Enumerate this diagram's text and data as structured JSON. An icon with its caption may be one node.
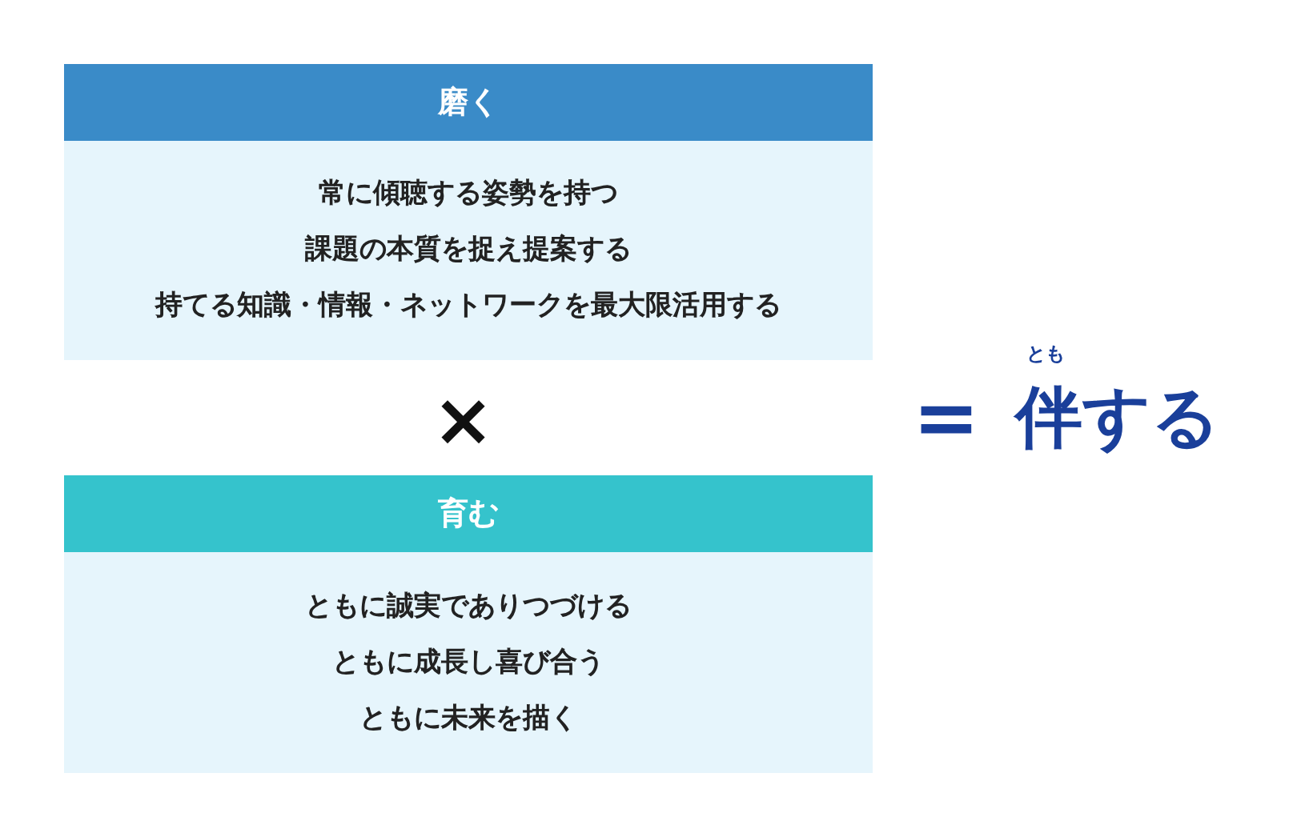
{
  "diagram": {
    "nodes": [
      {
        "text": [
          "磨く",
          "常に傾聴する姿勢を持つ",
          "課題の本質を捉え提案する",
          "持てる知識・情報・ネットワークを最大限活用する"
        ]
      },
      {
        "text": [
          "育む",
          "ともに誠実でありつづける",
          "ともに成長し喜び合う",
          "ともに未来を描く"
        ]
      }
    ],
    "labels": [
      "×",
      "=",
      "とも",
      "伴する"
    ]
  }
}
